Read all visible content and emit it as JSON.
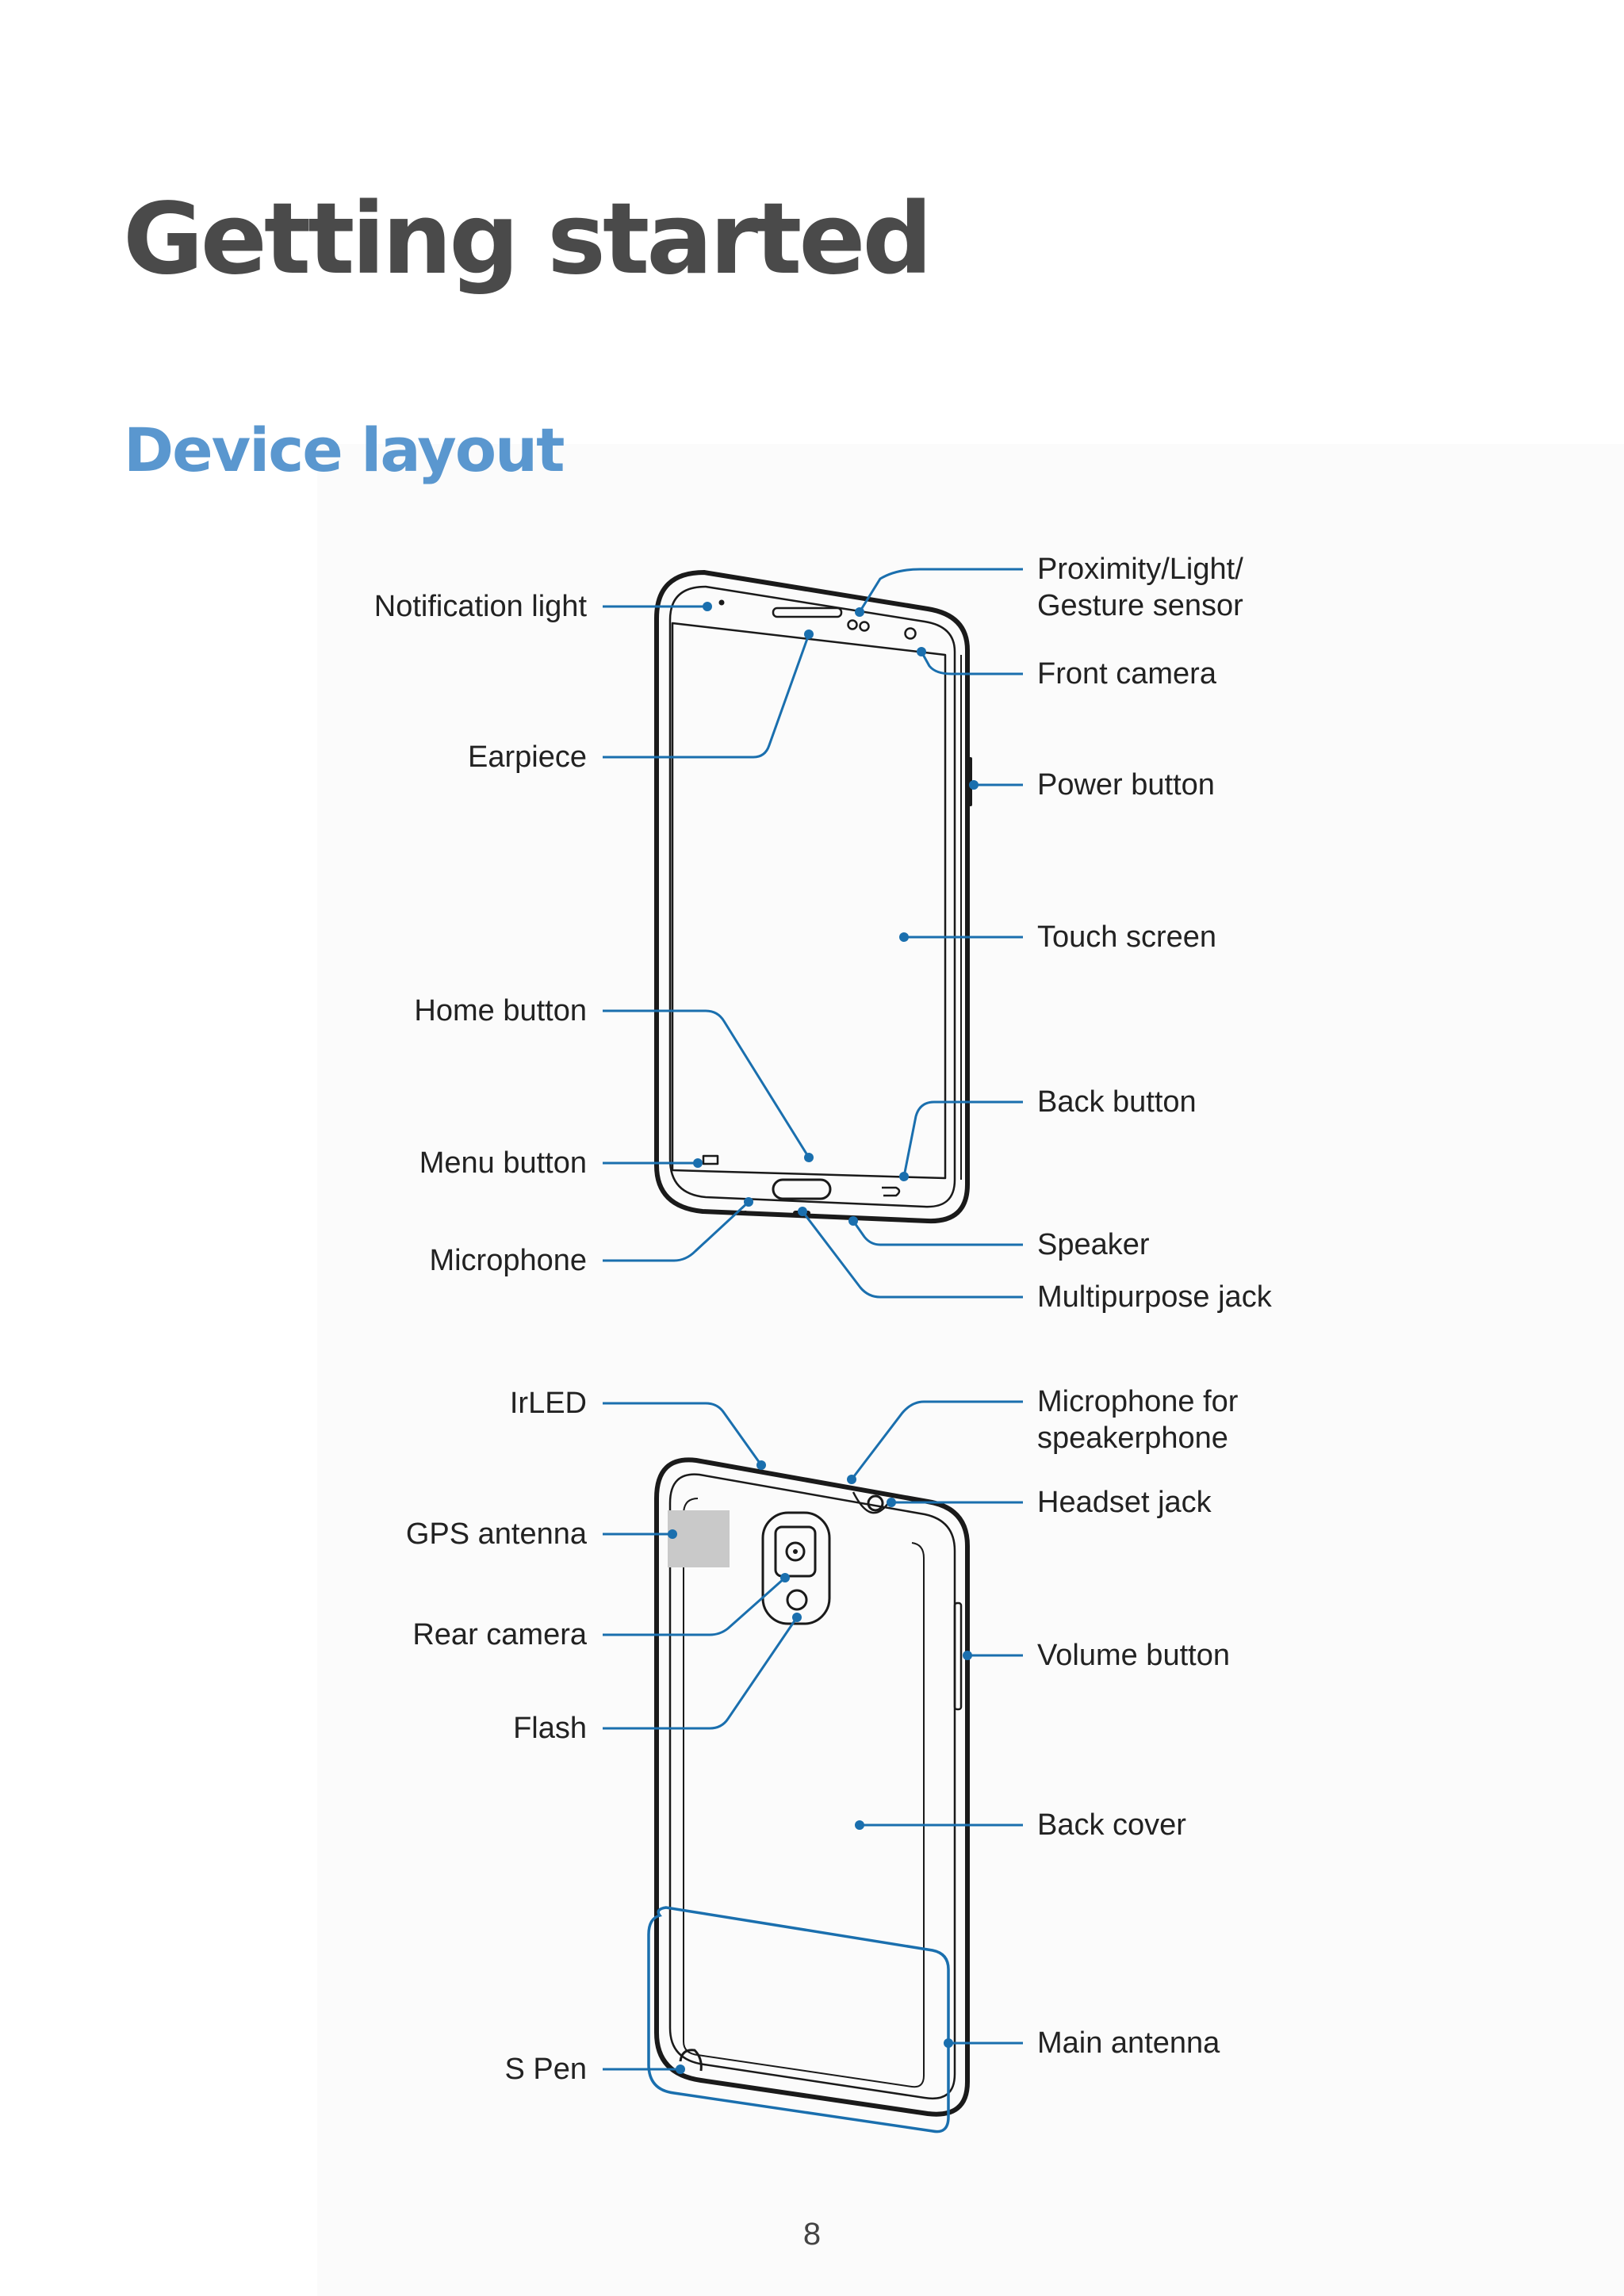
{
  "chapter_title": "Getting started",
  "section_title": "Device layout",
  "front_labels": {
    "notification_light": "Notification light",
    "earpiece": "Earpiece",
    "home_button": "Home button",
    "menu_button": "Menu button",
    "microphone": "Microphone",
    "proximity_sensor_line1": "Proximity/Light/",
    "proximity_sensor_line2": "Gesture sensor",
    "front_camera": "Front camera",
    "power_button": "Power button",
    "touch_screen": "Touch screen",
    "back_button": "Back button",
    "speaker": "Speaker",
    "multipurpose_jack": "Multipurpose jack"
  },
  "rear_labels": {
    "irled": "IrLED",
    "gps_antenna": "GPS antenna",
    "rear_camera": "Rear camera",
    "flash": "Flash",
    "s_pen": "S Pen",
    "mic_speakerphone_line1": "Microphone for",
    "mic_speakerphone_line2": "speakerphone",
    "headset_jack": "Headset jack",
    "volume_button": "Volume button",
    "back_cover": "Back cover",
    "main_antenna": "Main antenna"
  },
  "page_number": "8",
  "colors": {
    "callout": "#1a6fae",
    "title": "#4a4a4a",
    "section_title": "#5a97cf",
    "device_outline": "#1a1a1a",
    "gps_patch": "#c9c9c9"
  }
}
